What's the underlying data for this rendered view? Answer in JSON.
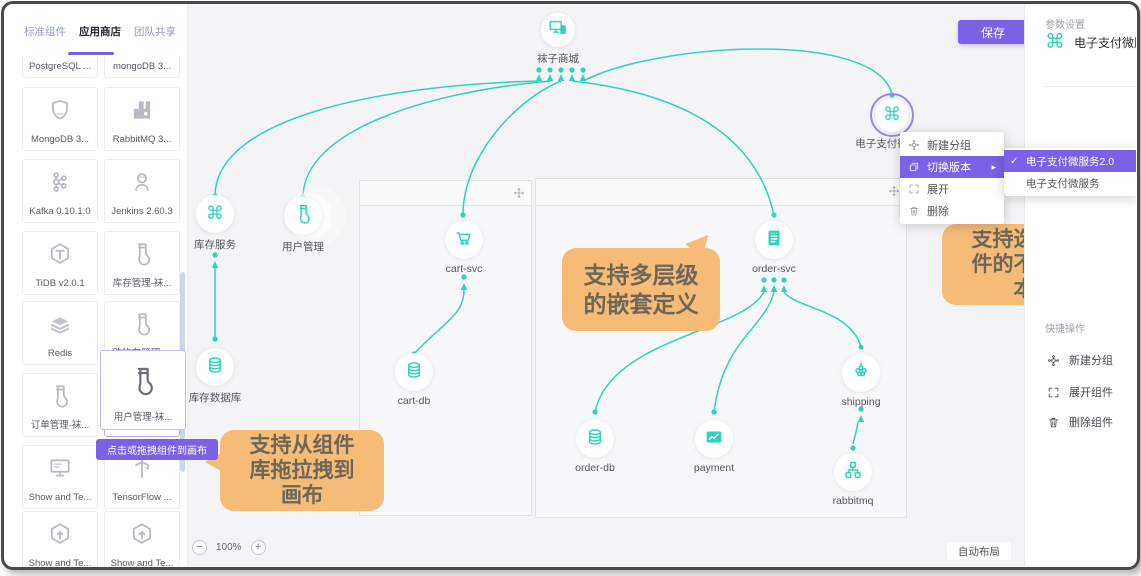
{
  "sidebar": {
    "tabs": [
      {
        "label": "标准组件"
      },
      {
        "label": "应用商店",
        "active": true
      },
      {
        "label": "团队共享"
      }
    ],
    "components": [
      {
        "icon": "postgresql",
        "label": "PostgreSQL ..."
      },
      {
        "icon": "mongodb",
        "label": "mongoDB 3..."
      },
      {
        "icon": "shield",
        "label": "MongoDB 3..."
      },
      {
        "icon": "rabbit",
        "label": "RabbitMQ 3..."
      },
      {
        "icon": "kafka",
        "label": "Kafka 0.10.1.0"
      },
      {
        "icon": "jenkins",
        "label": "Jenkins 2.60.3"
      },
      {
        "icon": "tidb",
        "label": "TiDB v2.0.1"
      },
      {
        "icon": "sock",
        "label": "库存管理-袜..."
      },
      {
        "icon": "redis",
        "label": "Redis"
      },
      {
        "icon": "sock",
        "label": "购物车管理-..."
      },
      {
        "icon": "sock",
        "label": "订单管理-袜..."
      },
      {
        "icon": "sock",
        "label": "用户管理-袜...",
        "selected": true
      },
      {
        "icon": "monitor",
        "label": "Show and Te..."
      },
      {
        "icon": "tf",
        "label": "TensorFlow ..."
      },
      {
        "icon": "hexup",
        "label": "Show and Te..."
      },
      {
        "icon": "hexup",
        "label": "Show and Te..."
      }
    ],
    "drag_ghost": {
      "icon": "sock",
      "label": "用户管理-袜...",
      "tooltip": "点击或拖拽组件到画布"
    }
  },
  "canvas": {
    "save_label": "保存",
    "zoom_level": "100%",
    "zoom_out_label": "−",
    "zoom_in_label": "+",
    "auto_layout_label": "自动布局",
    "nodes": [
      {
        "id": "wzsc",
        "icon": "devices",
        "label": "袜子商城"
      },
      {
        "id": "kcfw",
        "icon": "command",
        "label": "库存服务"
      },
      {
        "id": "yhgl",
        "icon": "sock",
        "label": "用户管理"
      },
      {
        "id": "cartsvc",
        "icon": "cart",
        "label": "cart-svc"
      },
      {
        "id": "cartdb",
        "icon": "db",
        "label": "cart-db"
      },
      {
        "id": "ordersvc",
        "icon": "receipt",
        "label": "order-svc"
      },
      {
        "id": "orderdb",
        "icon": "db",
        "label": "order-db"
      },
      {
        "id": "payment",
        "icon": "card",
        "label": "payment"
      },
      {
        "id": "shipping",
        "icon": "berry",
        "label": "shipping"
      },
      {
        "id": "rabbitmq",
        "icon": "network",
        "label": "rabbitmq"
      },
      {
        "id": "kcsjk",
        "icon": "db",
        "label": "库存数据库"
      },
      {
        "id": "dzzf",
        "icon": "command",
        "label": "电子支付微服务",
        "selected": true
      }
    ],
    "context_menu": {
      "items": [
        {
          "icon": "group",
          "label": "新建分组"
        },
        {
          "icon": "versions",
          "label": "切换版本",
          "highlighted": true,
          "has_submenu": true
        },
        {
          "icon": "expand",
          "label": "展开"
        },
        {
          "icon": "trash",
          "label": "删除"
        }
      ]
    },
    "submenu": {
      "items": [
        {
          "label": "电子支付微服务2.0",
          "checked": true,
          "highlighted": true
        },
        {
          "label": "电子支付微服务"
        }
      ]
    },
    "callouts": {
      "nest": "支持多层级\n的嵌套定义",
      "version": "支持选择组\n件的不同版\n本",
      "drag": "支持从组件\n库拖拉拽到\n画布"
    }
  },
  "right_panel": {
    "params_title": "参数设置",
    "selected_component": "电子支付微服务",
    "quick_title": "快捷操作",
    "actions": [
      {
        "icon": "group",
        "label": "新建分组"
      },
      {
        "icon": "expand",
        "label": "展开组件"
      },
      {
        "icon": "trash",
        "label": "删除组件"
      }
    ]
  },
  "colors": {
    "accent_teal": "#2ed3bd",
    "accent_purple": "#7b61e6",
    "callout_orange": "#f6bb77"
  }
}
